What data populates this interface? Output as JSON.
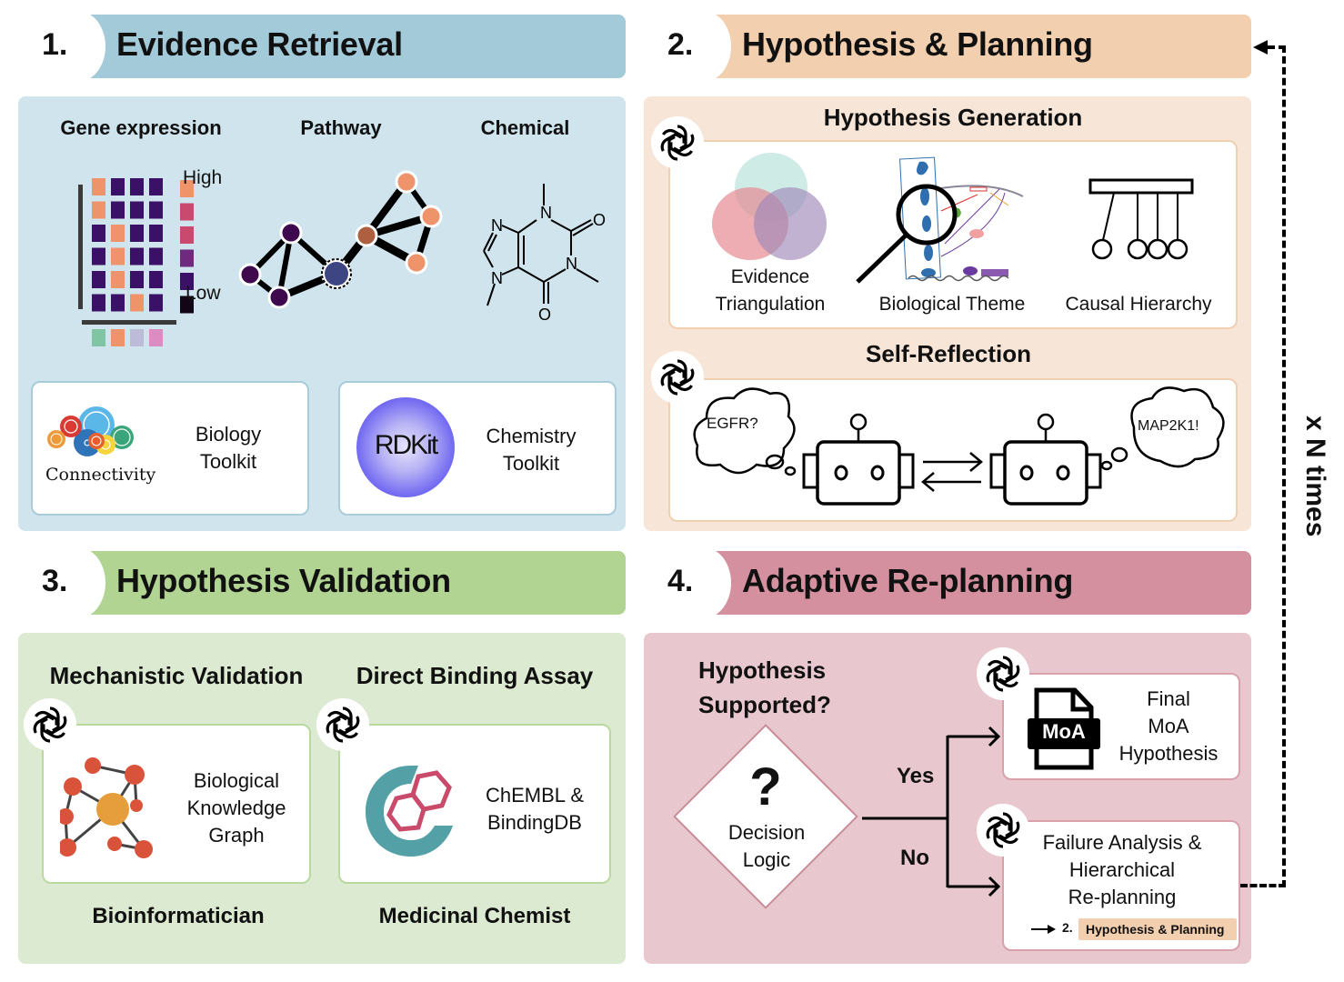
{
  "sections": {
    "s1": {
      "number": "1.",
      "title": "Evidence Retrieval",
      "color": "#a3cad9",
      "panel_color": "#cfe4ec"
    },
    "s2": {
      "number": "2.",
      "title": "Hypothesis & Planning",
      "color": "#f2cfae",
      "panel_color": "#f7e6d8"
    },
    "s3": {
      "number": "3.",
      "title": "Hypothesis Validation",
      "color": "#b1d493",
      "panel_color": "#dbead0"
    },
    "s4": {
      "number": "4.",
      "title": "Adaptive Re-planning",
      "color": "#d4909e",
      "panel_color": "#e8c8ce"
    }
  },
  "evidence": {
    "gene_expression_label": "Gene expression",
    "pathway_label": "Pathway",
    "chemical_label": "Chemical",
    "legend_high": "High",
    "legend_low": "Low",
    "chem_atoms": {
      "n1": "N",
      "n2": "N",
      "n3": "N",
      "n4": "N",
      "o1": "O",
      "o2": "O"
    },
    "biology_logo_text": "Connectivity",
    "biology_toolkit": [
      "Biology",
      "Toolkit"
    ],
    "rdkit_logo_text": "RDKit",
    "chemistry_toolkit": [
      "Chemistry",
      "Toolkit"
    ]
  },
  "planning": {
    "hypothesis_generation_title": "Hypothesis Generation",
    "evidence_triangulation": [
      "Evidence",
      "Triangulation"
    ],
    "biological_theme": "Biological Theme",
    "causal_hierarchy": "Causal Hierarchy",
    "self_reflection_title": "Self-Reflection",
    "thought_left": "EGFR?",
    "thought_right": "MAP2K1!"
  },
  "validation": {
    "mechanistic_title": "Mechanistic Validation",
    "binding_title": "Direct Binding Assay",
    "kg_label": [
      "Biological",
      "Knowledge",
      "Graph"
    ],
    "db_label": [
      "ChEMBL &",
      "BindingDB"
    ],
    "role_left": "Bioinformatician",
    "role_right": "Medicinal Chemist"
  },
  "replanning": {
    "question": [
      "Hypothesis",
      "Supported?"
    ],
    "decision_mark": "?",
    "decision_label": [
      "Decision",
      "Logic"
    ],
    "yes_label": "Yes",
    "no_label": "No",
    "moa_badge": "MoA",
    "final_label": [
      "Final",
      "MoA",
      "Hypothesis"
    ],
    "failure_label": [
      "Failure Analysis &",
      "Hierarchical",
      "Re-planning"
    ],
    "back_ref_number": "2.",
    "back_ref_title": "Hypothesis & Planning"
  },
  "loop_label": "x N times"
}
